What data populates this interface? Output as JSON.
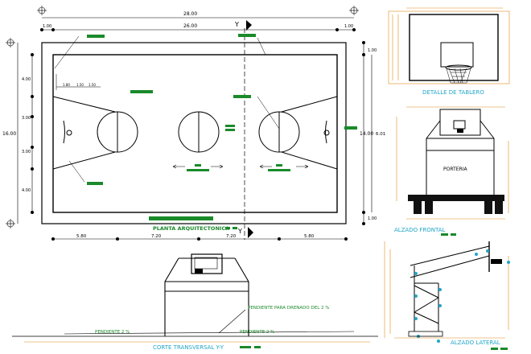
{
  "plan": {
    "title": "PLANTA ARQUITECTONICA",
    "section_mark": "Y",
    "dims_top": {
      "overall": "28.00",
      "inner": "26.00",
      "left_margin": "1.00",
      "right_margin": "1.00"
    },
    "dims_left": {
      "overall": "16.00",
      "seg1": "4.00",
      "seg2": "3.00",
      "seg3": "3.00",
      "seg4": "4.00"
    },
    "dims_right": {
      "top": "1.00",
      "mid_a": "14.00",
      "mid_b": "6.01",
      "bottom": "1.00"
    },
    "dims_bottom": {
      "seg1": "5.80",
      "seg2": "7.20",
      "seg3": "7.20",
      "seg4": "5.80"
    },
    "small_dims": [
      "1.80",
      "1.50",
      "1.50"
    ]
  },
  "details": {
    "backboard_label": "DETALLE DE TABLERO",
    "porteria_label": "PORTERIA",
    "front_elevation_label": "ALZADO FRONTAL",
    "side_elevation_label": "ALZADO LATERAL",
    "section_label": "CORTE TRANSVERSAL Y-Y"
  },
  "section": {
    "note_drainage": "PENDIENTE PARA DRENADO DEL 2 %",
    "note_left": "PENDIENTE 2 %",
    "note_right": "PENDIENTE 2 %"
  },
  "colors": {
    "accent_green": "#1a8a2a",
    "label_cyan": "#22a6c8",
    "dim_orange": "#e08a1a",
    "lines": "#000000"
  }
}
